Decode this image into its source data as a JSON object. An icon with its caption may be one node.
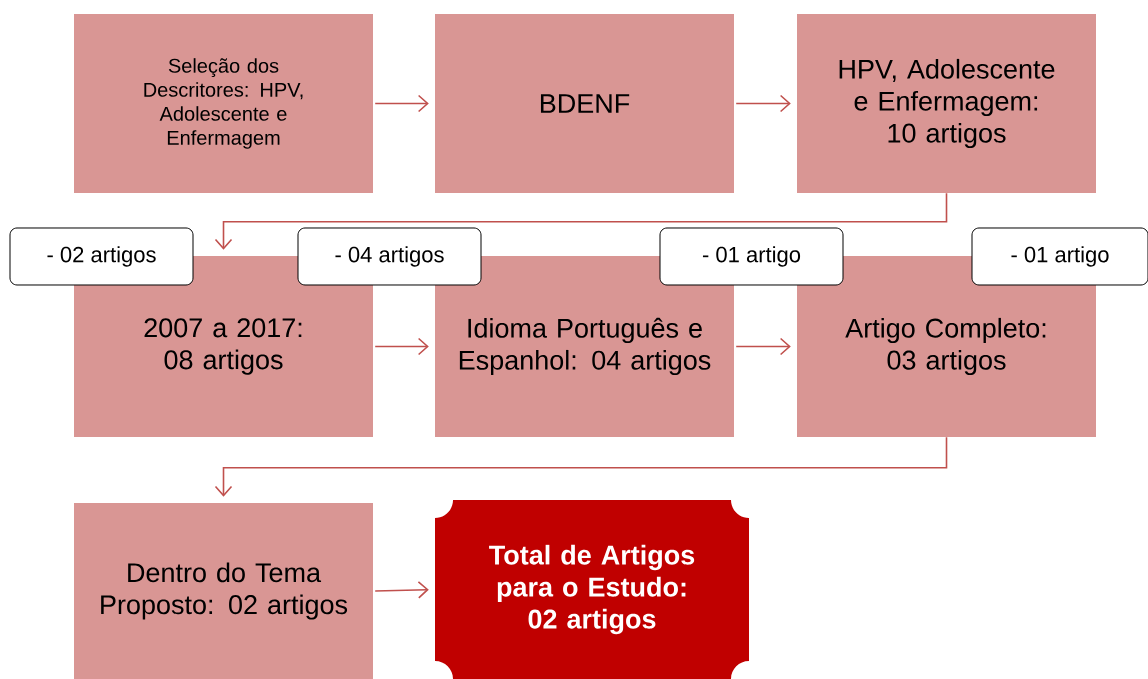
{
  "diagram": {
    "nodes": [
      {
        "text": [
          "Seleção dos Descritores: HPV, Adolescente e Enfermagem"
        ]
      },
      {
        "text": [
          "BDENF"
        ]
      },
      {
        "text": [
          "HPV, Adolescente e Enfermagem: 10 artigos"
        ]
      },
      {
        "text": [
          "2007 a 2017: 08 artigos"
        ]
      },
      {
        "text": [
          "Idioma Português e Espanhol: 04 artigos"
        ]
      },
      {
        "text": [
          "Artigo Completo: 03 artigos"
        ]
      },
      {
        "text": [
          "Dentro do Tema Proposto: 02 artigos"
        ]
      },
      {
        "text": [
          "Total de Artigos para o Estudo: 02 artigos"
        ]
      },
      {
        "text": [
          "- 02 artigos"
        ]
      },
      {
        "text": [
          "- 04 artigos"
        ]
      },
      {
        "text": [
          "- 01 artigo"
        ]
      },
      {
        "text": [
          "- 01 artigo"
        ]
      }
    ],
    "edges": [
      {
        "from": 0,
        "to": 1,
        "arrow": "to"
      },
      {
        "from": 1,
        "to": 2,
        "arrow": "to"
      },
      {
        "from": 2,
        "to": 3,
        "arrow": "to"
      },
      {
        "from": 3,
        "to": 4,
        "arrow": "to"
      },
      {
        "from": 4,
        "to": 5,
        "arrow": "to"
      },
      {
        "from": 5,
        "to": 6,
        "arrow": "to"
      },
      {
        "from": 6,
        "to": 7,
        "arrow": "to"
      }
    ]
  }
}
